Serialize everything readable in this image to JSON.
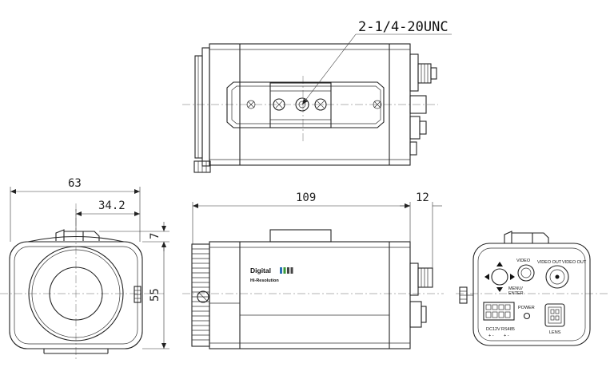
{
  "callout": {
    "thread": "2-1/4-20UNC"
  },
  "dimensions": {
    "width": "63",
    "offset": "34.2",
    "top_gap": "7",
    "height": "55",
    "length": "109",
    "rear": "12"
  },
  "logo": {
    "line1": "Digital",
    "line2": "Hi-Resolution"
  },
  "rear_panel": {
    "video": "VIDEO",
    "menu1": "MENU/",
    "menu2": "ENTER",
    "power": "POWER",
    "dc": "DC12V",
    "rs485": "RS485",
    "dc_pol": "+ -",
    "rs_pol": "+ -",
    "lens": "LENS",
    "vout1": "VIDEO OUT",
    "vout2": "VIDEO OUT"
  }
}
